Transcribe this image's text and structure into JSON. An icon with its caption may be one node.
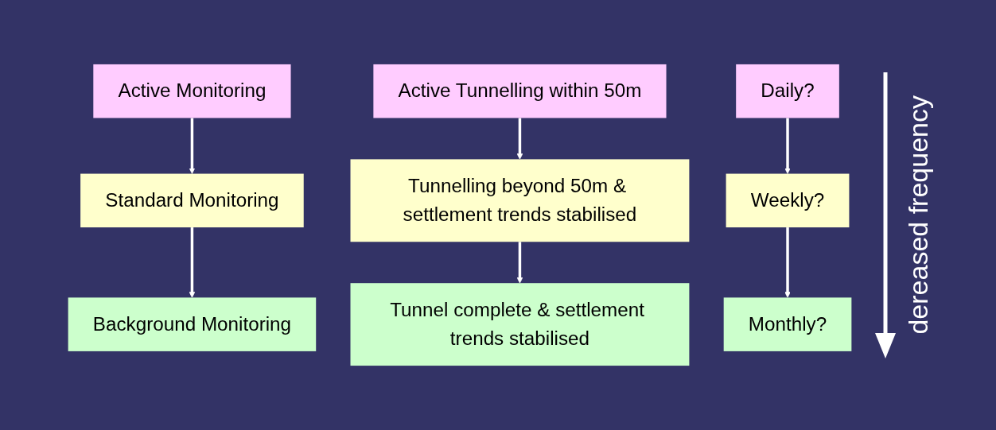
{
  "diagram": {
    "nodes": [
      {
        "text": [
          "Active Monitoring"
        ]
      },
      {
        "text": [
          "Standard Monitoring"
        ]
      },
      {
        "text": [
          "Background Monitoring"
        ]
      },
      {
        "text": [
          "Active Tunnelling within 50m"
        ]
      },
      {
        "text": [
          "Tunnelling beyond 50m & settlement trends stabilised"
        ]
      },
      {
        "text": [
          "Tunnel complete & settlement trends stabilised"
        ]
      },
      {
        "text": [
          "Daily?"
        ]
      },
      {
        "text": [
          "Weekly?"
        ]
      },
      {
        "text": [
          "Monthly?"
        ]
      }
    ],
    "edges": [
      {
        "from": 0,
        "to": 1,
        "arrow": "to"
      },
      {
        "from": 1,
        "to": 2,
        "arrow": "to"
      },
      {
        "from": 3,
        "to": 4,
        "arrow": "to"
      },
      {
        "from": 4,
        "to": 5,
        "arrow": "to"
      },
      {
        "from": 6,
        "to": 7,
        "arrow": "to"
      },
      {
        "from": 7,
        "to": 8,
        "arrow": "to"
      }
    ],
    "labels": [
      "dereased frequency"
    ]
  }
}
